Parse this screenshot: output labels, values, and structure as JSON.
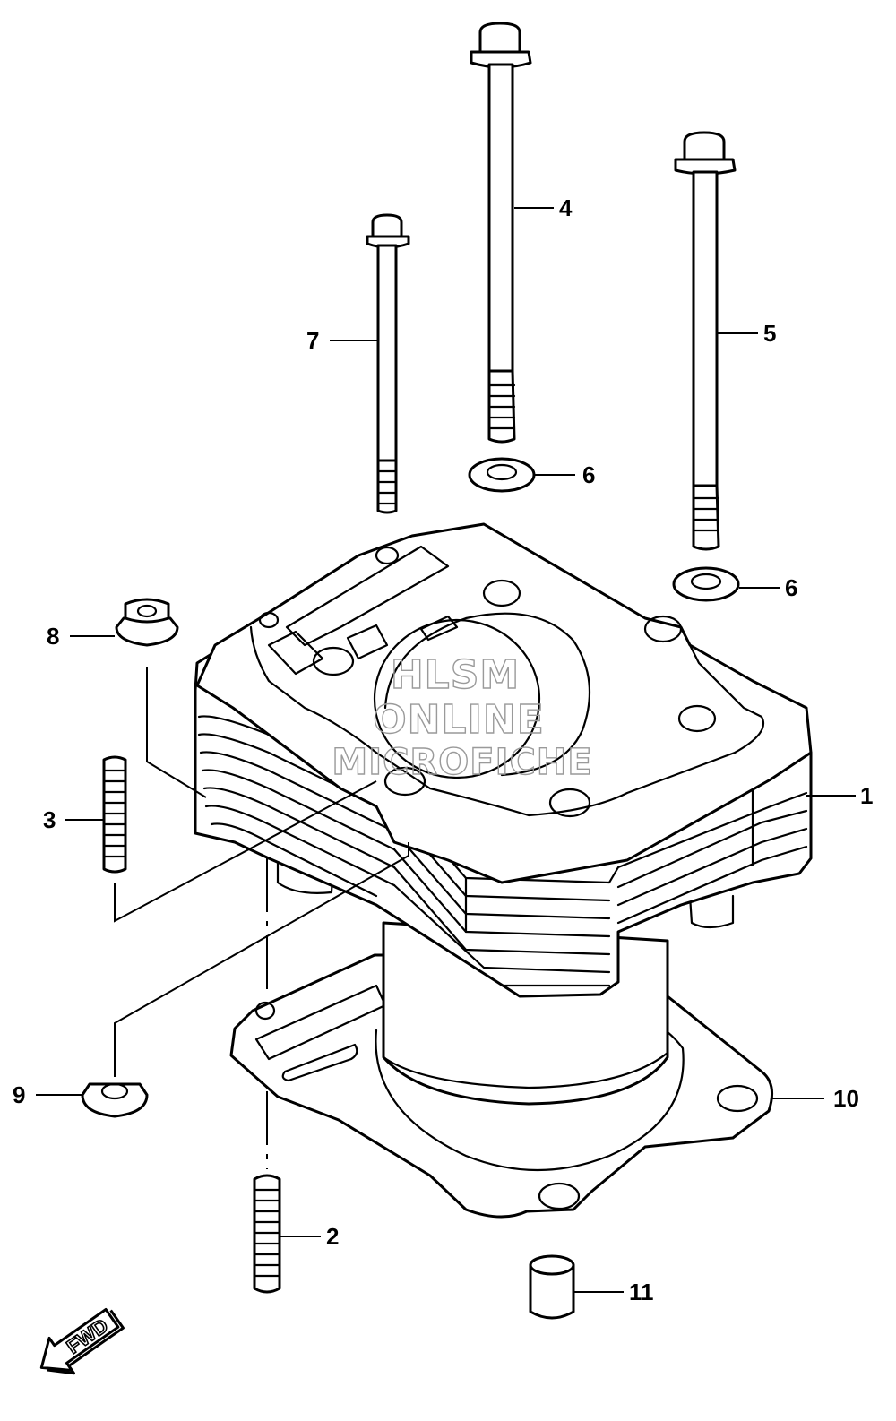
{
  "watermark": {
    "line1": "HLSM",
    "line2": "ONLINE",
    "line3": "MICROFICHE"
  },
  "fwd_label": "FWD",
  "callouts": {
    "c1": "1",
    "c2": "2",
    "c3": "3",
    "c4": "4",
    "c5": "5",
    "c6a": "6",
    "c6b": "6",
    "c7": "7",
    "c8": "8",
    "c9": "9",
    "c10": "10",
    "c11": "11"
  }
}
